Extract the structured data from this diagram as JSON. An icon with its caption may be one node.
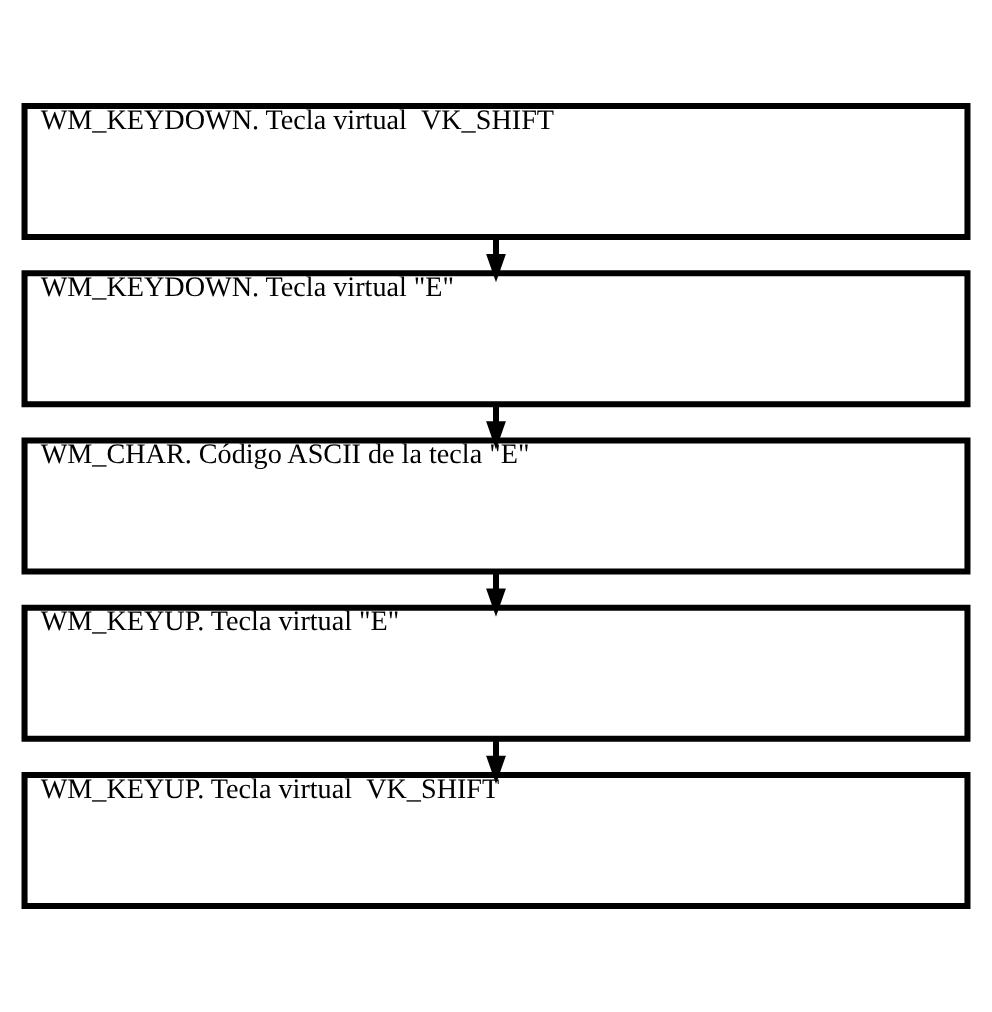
{
  "diagram": {
    "nodes": [
      {
        "text": [
          "WM_KEYDOWN. Tecla virtual  VK_SHIFT"
        ]
      },
      {
        "text": [
          "WM_KEYDOWN. Tecla virtual \"E\""
        ]
      },
      {
        "text": [
          "WM_CHAR. Código ASCII de la tecla \"E\""
        ]
      },
      {
        "text": [
          "WM_KEYUP. Tecla virtual \"E\""
        ]
      },
      {
        "text": [
          "WM_KEYUP. Tecla virtual  VK_SHIFT"
        ]
      }
    ],
    "edges": [
      {
        "from": 0,
        "to": 1,
        "arrow": "to"
      },
      {
        "from": 1,
        "to": 2,
        "arrow": "to"
      },
      {
        "from": 2,
        "to": 3,
        "arrow": "to"
      },
      {
        "from": 3,
        "to": 4,
        "arrow": "to"
      }
    ]
  }
}
